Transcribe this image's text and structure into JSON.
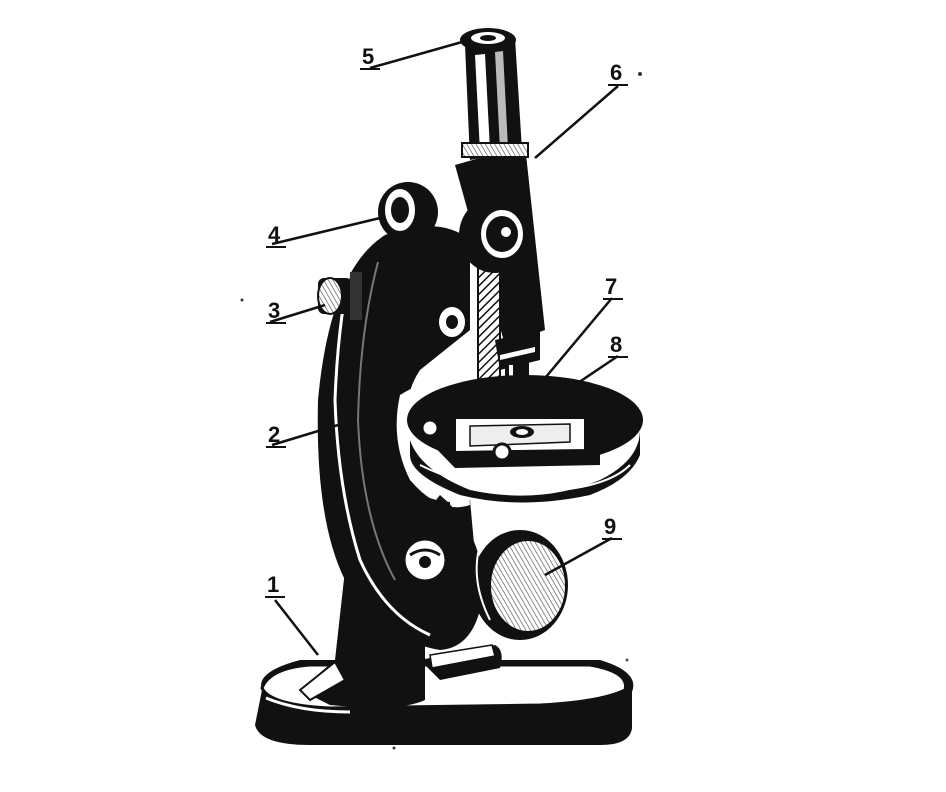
{
  "labels": [
    {
      "id": "1",
      "text": "1"
    },
    {
      "id": "2",
      "text": "2"
    },
    {
      "id": "3",
      "text": "3"
    },
    {
      "id": "4",
      "text": "4"
    },
    {
      "id": "5",
      "text": "5"
    },
    {
      "id": "6",
      "text": "6"
    },
    {
      "id": "7",
      "text": "7"
    },
    {
      "id": "8",
      "text": "8"
    },
    {
      "id": "9",
      "text": "9"
    }
  ],
  "colors": {
    "ink": "#111111",
    "paper": "#ffffff",
    "gray": "#9a9a9a"
  }
}
